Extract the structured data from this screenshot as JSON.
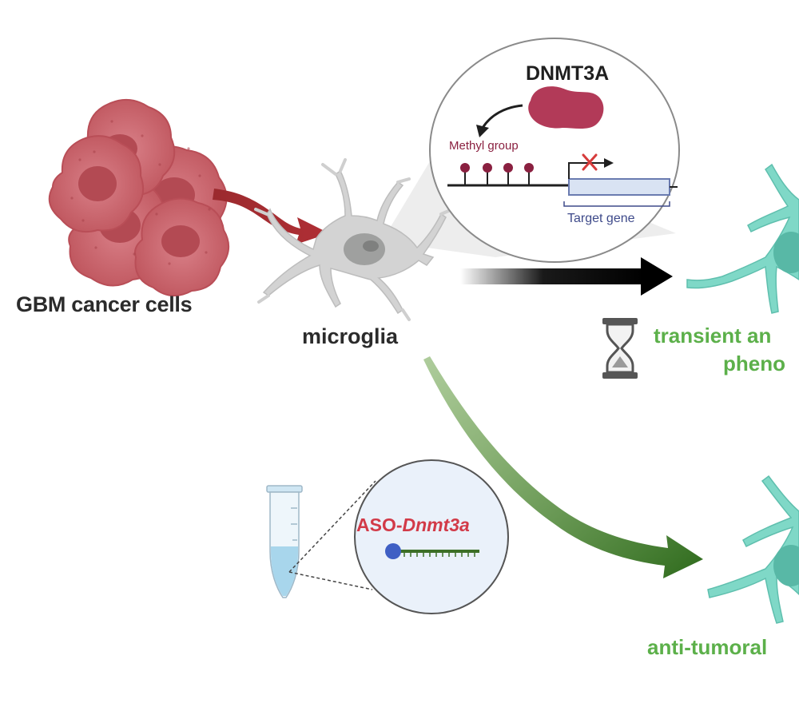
{
  "labels": {
    "gbm_cells": "GBM cancer cells",
    "microglia": "microglia",
    "transient_line1": "transient an",
    "transient_line2": "pheno",
    "anti_tumoral": "anti-tumoral",
    "dnmt3a": "DNMT3A",
    "methyl_group": "Methyl group",
    "target_gene": "Target gene",
    "aso_prefix": "ASO-",
    "aso_gene": "Dnmt3a"
  },
  "icons": {
    "gbm": "cancer-cell-cluster-icon",
    "microglia": "microglia-cell-icon",
    "microglia_transient": "microglia-transient-cell-icon",
    "microglia_antitumoral": "microglia-antitumoral-cell-icon",
    "dnmt3a": "dnmt3a-protein-icon",
    "hourglass": "hourglass-icon",
    "tube": "eppendorf-tube-icon",
    "aso": "antisense-oligo-icon",
    "block": "x-mark-icon"
  },
  "colors": {
    "cancer_cell": "#c96870",
    "microglia_gray": "#d5d5d5",
    "microglia_teal": "#7fd8c7",
    "red_arrow": "#a3262c",
    "black_arrow": "#000000",
    "green_arrow": "#3f7d26",
    "green_text": "#5cb04a",
    "dnmt3a_protein": "#b23a58",
    "aso_text": "#d23a48",
    "target_gene_box": "#d9e3f3"
  }
}
